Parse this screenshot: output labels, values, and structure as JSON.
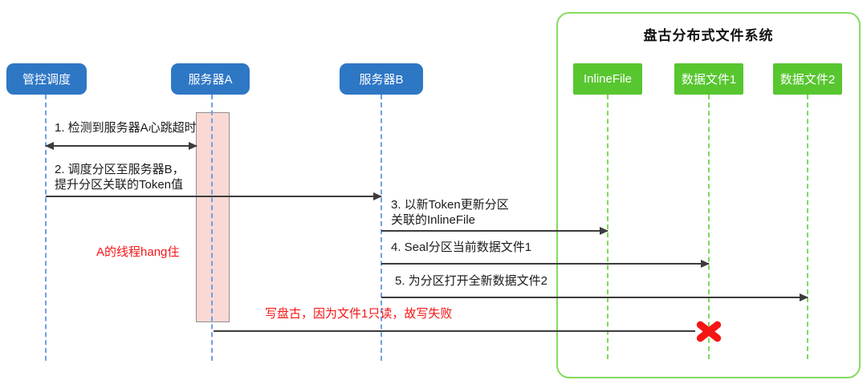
{
  "diagram": {
    "system": {
      "title": "盘古分布式文件系统"
    },
    "actors": [
      {
        "label": "管控调度"
      },
      {
        "label": "服务器A"
      },
      {
        "label": "服务器B"
      }
    ],
    "files": [
      {
        "label": "InlineFile"
      },
      {
        "label": "数据文件1"
      },
      {
        "label": "数据文件2"
      }
    ],
    "messages": [
      {
        "label": "1. 检测到服务器A心跳超时",
        "from": "管控调度",
        "to": "服务器A",
        "arrow": "double"
      },
      {
        "label": "2. 调度分区至服务器B，\n提升分区关联的Token值",
        "from": "管控调度",
        "to": "服务器B",
        "arrow": "right"
      },
      {
        "label": "3. 以新Token更新分区\n关联的InlineFile",
        "from": "服务器B",
        "to": "InlineFile",
        "arrow": "right"
      },
      {
        "label": "4. Seal分区当前数据文件1",
        "from": "服务器B",
        "to": "数据文件1",
        "arrow": "right"
      },
      {
        "label": "5. 为分区打开全新数据文件2",
        "from": "服务器B",
        "to": "数据文件2",
        "arrow": "right"
      }
    ],
    "failed_message": {
      "from": "服务器A",
      "to": "数据文件1",
      "result": "failure-x"
    },
    "notes": [
      {
        "label": "A的线程hang住"
      },
      {
        "label": "写盘古，因为文件1只读，故写失败"
      }
    ],
    "colors": {
      "actor_blue": "#2E77C5",
      "lifeline_blue": "#6D9EE8",
      "file_green": "#57C62F",
      "container_green": "#86DB5F",
      "lifeline_green": "#7ED957",
      "arrow_dark": "#3C3C3C",
      "activation_pink": "#FAD9D4",
      "error_red": "#F51515"
    }
  }
}
